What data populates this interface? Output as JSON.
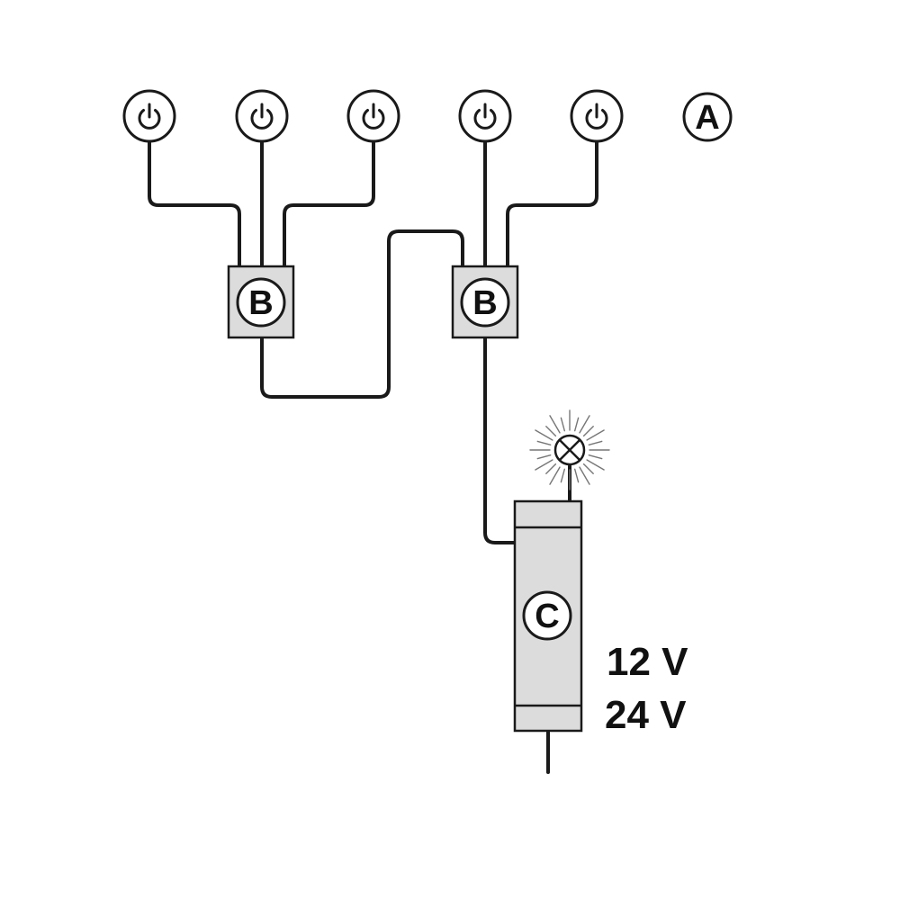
{
  "diagram": {
    "label_a": "A",
    "label_b": "B",
    "label_c": "C",
    "voltage_1": "12 V",
    "voltage_2": "24 V",
    "switches": [
      {
        "icon": "power-icon"
      },
      {
        "icon": "power-icon"
      },
      {
        "icon": "power-icon"
      },
      {
        "icon": "power-icon"
      },
      {
        "icon": "power-icon"
      }
    ],
    "colors": {
      "line": "#1a1a1a",
      "junction_fill": "#dcdcdc",
      "driver_fill": "#dcdcdc",
      "background": "#ffffff"
    }
  }
}
